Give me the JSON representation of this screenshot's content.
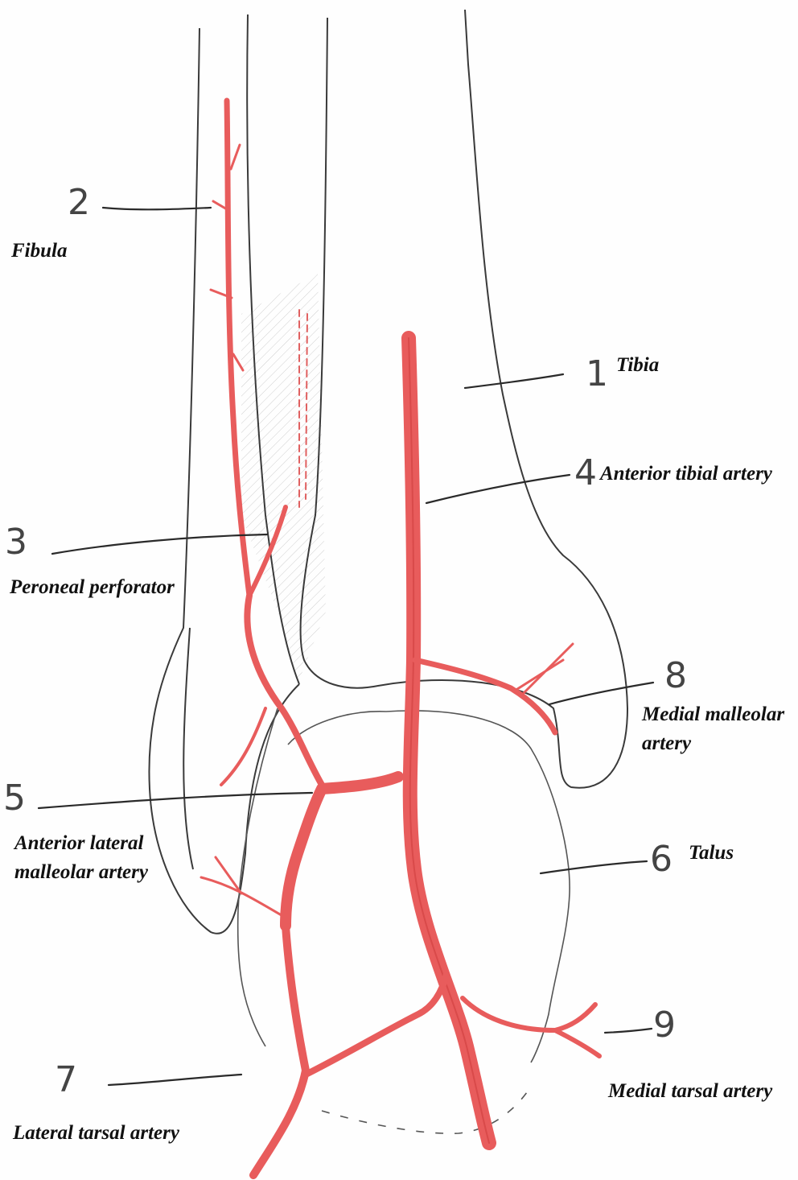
{
  "colors": {
    "artery": "#e85c5c",
    "artery_dark": "#cf3e3e",
    "bone_outline": "#3a3a3a",
    "leader": "#2a2a2a",
    "shading": "#b9b9b9"
  },
  "labels": {
    "fibula": "Fibula",
    "tibia": "Tibia",
    "anterior_tibial_artery": "Anterior tibial artery",
    "peroneal_perforator": "Peroneal perforator",
    "medial_malleolar_artery_line1": "Medial malleolar",
    "medial_malleolar_artery_line2": "artery",
    "anterior_lateral_malleolar_artery_line1": "Anterior lateral",
    "anterior_lateral_malleolar_artery_line2": "malleolar artery",
    "talus": "Talus",
    "medial_tarsal_artery": "Medial tarsal artery",
    "lateral_tarsal_artery": "Lateral tarsal artery"
  },
  "numbers": {
    "n1": "1",
    "n2": "2",
    "n3": "3",
    "n4": "4",
    "n5": "5",
    "n6": "6",
    "n7": "7",
    "n8": "8",
    "n9": "9"
  }
}
